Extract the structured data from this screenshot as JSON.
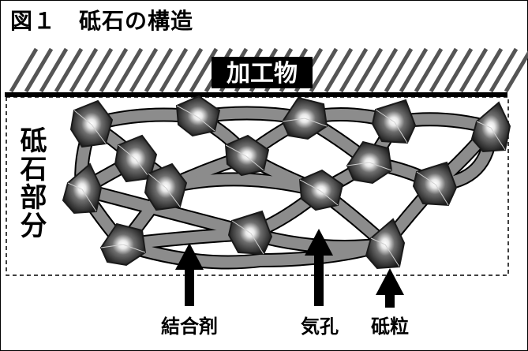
{
  "title": "図１　砥石の構造",
  "workpiece_label": "加工物",
  "wheel_section_label": "砥石部分",
  "callouts": {
    "bond": "結合剤",
    "pore": "気孔",
    "grain": "砥粒"
  },
  "colors": {
    "bond_fill": "#8c8c8c",
    "grain_dark": "#1a1a1a",
    "workpiece_bar": "#000000",
    "hatch": "#555555"
  }
}
